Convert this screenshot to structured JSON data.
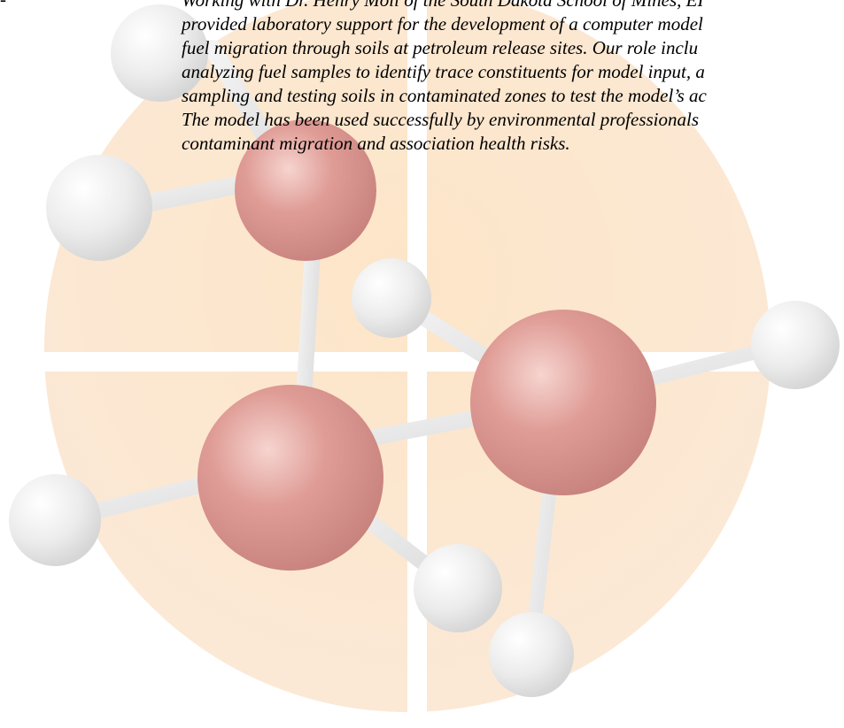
{
  "bullet": "-",
  "paragraph_lines": [
    "Working with Dr. Henry Moll of the South Dakota School of Mines, EI",
    "provided laboratory support for the development of a computer model",
    "fuel migration through soils at petroleum release sites. Our role inclu",
    "analyzing fuel samples to identify trace constituents for model input, a",
    "sampling and testing soils in contaminated zones to test the model’s ac",
    "The model has been used successfully by environmental professionals",
    "contaminant migration and association health risks."
  ],
  "background": {
    "disc_color": "#fce7cf",
    "cross_color": "#ffffff",
    "atom_red": "#d88e8a",
    "atom_white": "#ececec",
    "bond_color": "#e7e7e7"
  }
}
